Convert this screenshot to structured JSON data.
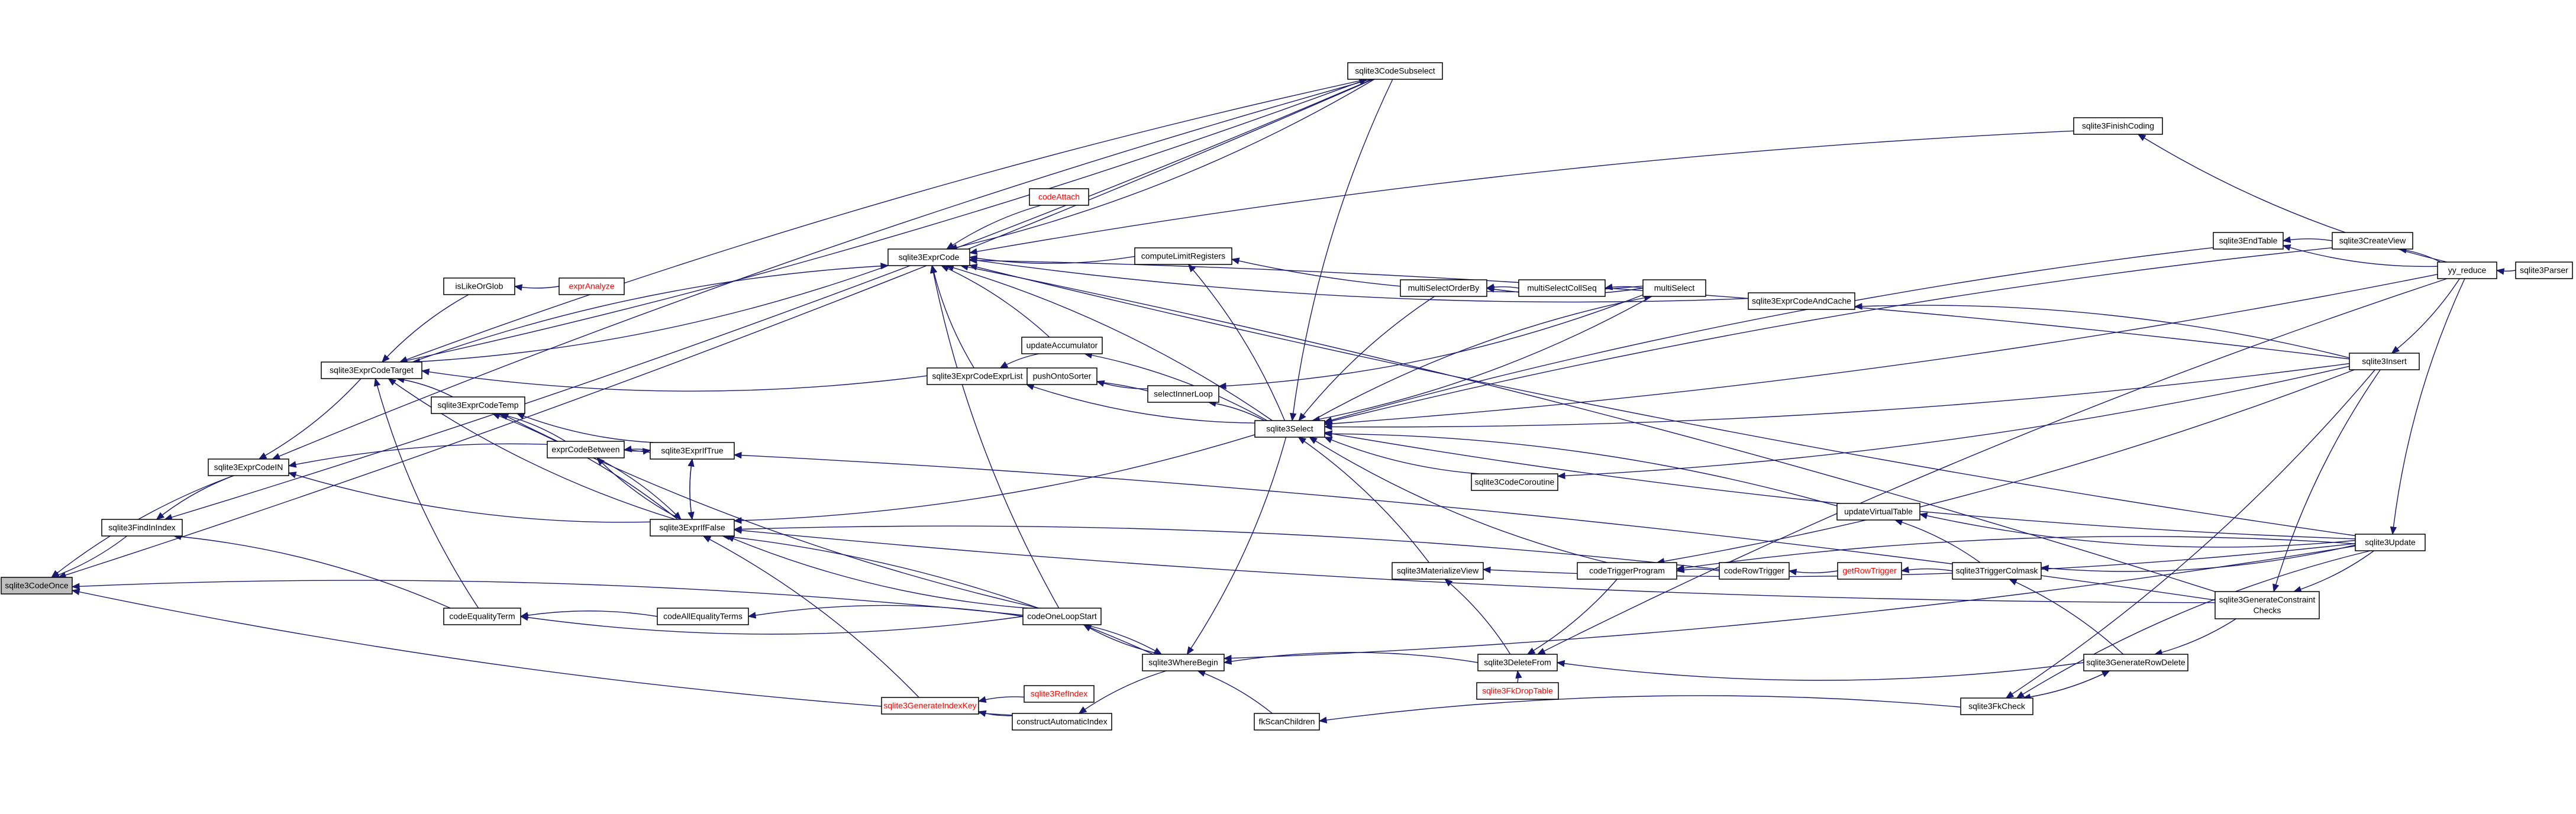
{
  "graph": {
    "colors": {
      "edge": "#191970",
      "text_normal": "#000000",
      "text_link_broken": "#ff0000",
      "node_fill": "#ffffff",
      "node_root_fill": "#bfbfbf",
      "node_border_normal": "#000000",
      "node_border_broken": "#ff0000"
    },
    "nodes": [
      {
        "id": "codeonce",
        "label": "sqlite3CodeOnce",
        "root": true
      },
      {
        "id": "findindex",
        "label": "sqlite3FindInIndex"
      },
      {
        "id": "exprcodein",
        "label": "sqlite3ExprCodeIN"
      },
      {
        "id": "exprcodetarget",
        "label": "sqlite3ExprCodeTarget"
      },
      {
        "id": "exprcodetemp",
        "label": "sqlite3ExprCodeTemp"
      },
      {
        "id": "exprcodebetween",
        "label": "exprCodeBetween"
      },
      {
        "id": "exprift",
        "label": "sqlite3ExprIfTrue"
      },
      {
        "id": "expriff",
        "label": "sqlite3ExprIfFalse"
      },
      {
        "id": "islikeorglob",
        "label": "isLikeOrGlob"
      },
      {
        "id": "expranalyze",
        "label": "exprAnalyze",
        "broken": true
      },
      {
        "id": "codeequalityterm",
        "label": "codeEqualityTerm"
      },
      {
        "id": "codeallequalityterms",
        "label": "codeAllEqualityTerms"
      },
      {
        "id": "codeoneloopstart",
        "label": "codeOneLoopStart"
      },
      {
        "id": "generateindexkey",
        "label": "sqlite3GenerateIndexKey",
        "broken": true
      },
      {
        "id": "reftindex",
        "label": "sqlite3RefIndex",
        "broken": true
      },
      {
        "id": "constructautoindex",
        "label": "constructAutomaticIndex"
      },
      {
        "id": "wherebegin",
        "label": "sqlite3WhereBegin"
      },
      {
        "id": "fkscanchildren",
        "label": "fkScanChildren"
      },
      {
        "id": "exprcode",
        "label": "sqlite3ExprCode"
      },
      {
        "id": "codeattach",
        "label": "codeAttach",
        "broken": true
      },
      {
        "id": "exprcodeexprlist",
        "label": "sqlite3ExprCodeExprList"
      },
      {
        "id": "updateaccumulator",
        "label": "updateAccumulator"
      },
      {
        "id": "pushontosorter",
        "label": "pushOntoSorter"
      },
      {
        "id": "selectinnerloop",
        "label": "selectInnerLoop"
      },
      {
        "id": "computelimitregisters",
        "label": "computeLimitRegisters"
      },
      {
        "id": "select",
        "label": "sqlite3Select"
      },
      {
        "id": "multiselectorderby",
        "label": "multiSelectOrderBy"
      },
      {
        "id": "multiselectcollseq",
        "label": "multiSelectCollSeq"
      },
      {
        "id": "multiselect",
        "label": "multiSelect"
      },
      {
        "id": "exprcodeandcache",
        "label": "sqlite3ExprCodeAndCache"
      },
      {
        "id": "codecoroutine",
        "label": "sqlite3CodeCoroutine"
      },
      {
        "id": "materializeview",
        "label": "sqlite3MaterializeView"
      },
      {
        "id": "codetriggerprogram",
        "label": "codeTriggerProgram"
      },
      {
        "id": "coderowtrigger",
        "label": "codeRowTrigger"
      },
      {
        "id": "getrowtrigger",
        "label": "getRowTrigger",
        "broken": true
      },
      {
        "id": "triggercolmask",
        "label": "sqlite3TriggerColmask"
      },
      {
        "id": "updatevirtualtable",
        "label": "updateVirtualTable"
      },
      {
        "id": "deletefrom",
        "label": "sqlite3DeleteFrom"
      },
      {
        "id": "fkdroptable",
        "label": "sqlite3FkDropTable",
        "broken": true
      },
      {
        "id": "generaterowdelete",
        "label": "sqlite3GenerateRowDelete"
      },
      {
        "id": "fkcheck",
        "label": "sqlite3FkCheck"
      },
      {
        "id": "generateconstraintchecks",
        "label": "sqlite3GenerateConstraint",
        "label2": "Checks"
      },
      {
        "id": "update",
        "label": "sqlite3Update"
      },
      {
        "id": "insert",
        "label": "sqlite3Insert"
      },
      {
        "id": "endtable",
        "label": "sqlite3EndTable"
      },
      {
        "id": "createview",
        "label": "sqlite3CreateView"
      },
      {
        "id": "finishcoding",
        "label": "sqlite3FinishCoding"
      },
      {
        "id": "codesubselect",
        "label": "sqlite3CodeSubselect"
      },
      {
        "id": "yyreduce",
        "label": "yy_reduce"
      },
      {
        "id": "parser",
        "label": "sqlite3Parser"
      }
    ],
    "edges": [
      [
        "codeonce",
        "findindex"
      ],
      [
        "codeonce",
        "exprcodein"
      ],
      [
        "codeonce",
        "codesubselect"
      ],
      [
        "codeonce",
        "codeoneloopstart"
      ],
      [
        "codeonce",
        "constructautoindex"
      ],
      [
        "findindex",
        "exprcodein"
      ],
      [
        "findindex",
        "codesubselect"
      ],
      [
        "findindex",
        "codeequalityterm"
      ],
      [
        "exprcodein",
        "exprcodetarget"
      ],
      [
        "exprcodein",
        "exprift"
      ],
      [
        "exprcodein",
        "expriff"
      ],
      [
        "exprcodein",
        "codesubselect"
      ],
      [
        "exprcodetarget",
        "exprcode"
      ],
      [
        "exprcodetarget",
        "exprcodetemp"
      ],
      [
        "exprcodetarget",
        "exprcodeexprlist"
      ],
      [
        "exprcodetarget",
        "islikeorglob"
      ],
      [
        "exprcodetarget",
        "codeequalityterm"
      ],
      [
        "exprcodetarget",
        "codesubselect"
      ],
      [
        "exprcodetarget",
        "expriff"
      ],
      [
        "exprcodetemp",
        "exprcodebetween"
      ],
      [
        "exprcodetemp",
        "exprift"
      ],
      [
        "exprcodetemp",
        "expriff"
      ],
      [
        "exprcodetemp",
        "codeoneloopstart"
      ],
      [
        "exprcodebetween",
        "exprift"
      ],
      [
        "exprcodebetween",
        "expriff"
      ],
      [
        "exprift",
        "exprcodebetween"
      ],
      [
        "exprift",
        "expriff"
      ],
      [
        "exprift",
        "generateconstraintchecks"
      ],
      [
        "expriff",
        "exprcodebetween"
      ],
      [
        "expriff",
        "exprift"
      ],
      [
        "expriff",
        "codeoneloopstart"
      ],
      [
        "expriff",
        "wherebegin"
      ],
      [
        "expriff",
        "select"
      ],
      [
        "expriff",
        "coderowtrigger"
      ],
      [
        "expriff",
        "generateconstraintchecks"
      ],
      [
        "expriff",
        "generateindexkey"
      ],
      [
        "islikeorglob",
        "expranalyze"
      ],
      [
        "codeequalityterm",
        "codeallequalityterms"
      ],
      [
        "codeequalityterm",
        "codeoneloopstart"
      ],
      [
        "codeallequalityterms",
        "codeoneloopstart"
      ],
      [
        "codeoneloopstart",
        "wherebegin"
      ],
      [
        "generateindexkey",
        "reftindex"
      ],
      [
        "generateindexkey",
        "constructautoindex"
      ],
      [
        "constructautoindex",
        "wherebegin"
      ],
      [
        "wherebegin",
        "select"
      ],
      [
        "wherebegin",
        "deletefrom"
      ],
      [
        "wherebegin",
        "update"
      ],
      [
        "wherebegin",
        "fkscanchildren"
      ],
      [
        "wherebegin",
        "codeoneloopstart"
      ],
      [
        "fkscanchildren",
        "fkcheck"
      ],
      [
        "exprcode",
        "exprcodetarget"
      ],
      [
        "exprcode",
        "codeattach"
      ],
      [
        "exprcode",
        "exprcodeexprlist"
      ],
      [
        "exprcode",
        "updateaccumulator"
      ],
      [
        "exprcode",
        "computelimitregisters"
      ],
      [
        "exprcode",
        "select"
      ],
      [
        "exprcode",
        "codesubselect"
      ],
      [
        "exprcode",
        "finishcoding"
      ],
      [
        "exprcode",
        "exprcodeandcache"
      ],
      [
        "exprcode",
        "insert"
      ],
      [
        "exprcode",
        "update"
      ],
      [
        "exprcode",
        "generateconstraintchecks"
      ],
      [
        "exprcode",
        "codeoneloopstart"
      ],
      [
        "exprcodeexprlist",
        "updateaccumulator"
      ],
      [
        "exprcodeexprlist",
        "pushontosorter"
      ],
      [
        "exprcodeexprlist",
        "selectinnerloop"
      ],
      [
        "exprcodeexprlist",
        "select"
      ],
      [
        "updateaccumulator",
        "select"
      ],
      [
        "pushontosorter",
        "selectinnerloop"
      ],
      [
        "selectinnerloop",
        "select"
      ],
      [
        "selectinnerloop",
        "multiselect"
      ],
      [
        "computelimitregisters",
        "select"
      ],
      [
        "computelimitregisters",
        "multiselect"
      ],
      [
        "select",
        "multiselectorderby"
      ],
      [
        "select",
        "multiselect"
      ],
      [
        "select",
        "codesubselect"
      ],
      [
        "select",
        "codecoroutine"
      ],
      [
        "select",
        "materializeview"
      ],
      [
        "select",
        "codetriggerprogram"
      ],
      [
        "select",
        "updatevirtualtable"
      ],
      [
        "select",
        "insert"
      ],
      [
        "select",
        "endtable"
      ],
      [
        "select",
        "yyreduce"
      ],
      [
        "select",
        "createview"
      ],
      [
        "select",
        "update"
      ],
      [
        "multiselectorderby",
        "multiselectcollseq"
      ],
      [
        "multiselectorderby",
        "multiselect"
      ],
      [
        "multiselectcollseq",
        "multiselect"
      ],
      [
        "multiselect",
        "select"
      ],
      [
        "exprcodeandcache",
        "insert"
      ],
      [
        "codecoroutine",
        "insert"
      ],
      [
        "materializeview",
        "deletefrom"
      ],
      [
        "materializeview",
        "update"
      ],
      [
        "codetriggerprogram",
        "coderowtrigger"
      ],
      [
        "codetriggerprogram",
        "insert"
      ],
      [
        "codetriggerprogram",
        "update"
      ],
      [
        "coderowtrigger",
        "getrowtrigger"
      ],
      [
        "getrowtrigger",
        "triggercolmask"
      ],
      [
        "triggercolmask",
        "update"
      ],
      [
        "triggercolmask",
        "generaterowdelete"
      ],
      [
        "updatevirtualtable",
        "update"
      ],
      [
        "updatevirtualtable",
        "triggercolmask"
      ],
      [
        "deletefrom",
        "codetriggerprogram"
      ],
      [
        "deletefrom",
        "fkdroptable"
      ],
      [
        "deletefrom",
        "generaterowdelete"
      ],
      [
        "deletefrom",
        "yyreduce"
      ],
      [
        "generaterowdelete",
        "generateconstraintchecks"
      ],
      [
        "generaterowdelete",
        "fkcheck"
      ],
      [
        "fkcheck",
        "insert"
      ],
      [
        "fkcheck",
        "update"
      ],
      [
        "fkcheck",
        "generaterowdelete"
      ],
      [
        "generateconstraintchecks",
        "insert"
      ],
      [
        "generateconstraintchecks",
        "update"
      ],
      [
        "update",
        "yyreduce"
      ],
      [
        "insert",
        "yyreduce"
      ],
      [
        "endtable",
        "createview"
      ],
      [
        "endtable",
        "yyreduce"
      ],
      [
        "createview",
        "yyreduce"
      ],
      [
        "finishcoding",
        "yyreduce"
      ],
      [
        "codesubselect",
        "exprcodetarget"
      ],
      [
        "yyreduce",
        "parser"
      ]
    ]
  }
}
